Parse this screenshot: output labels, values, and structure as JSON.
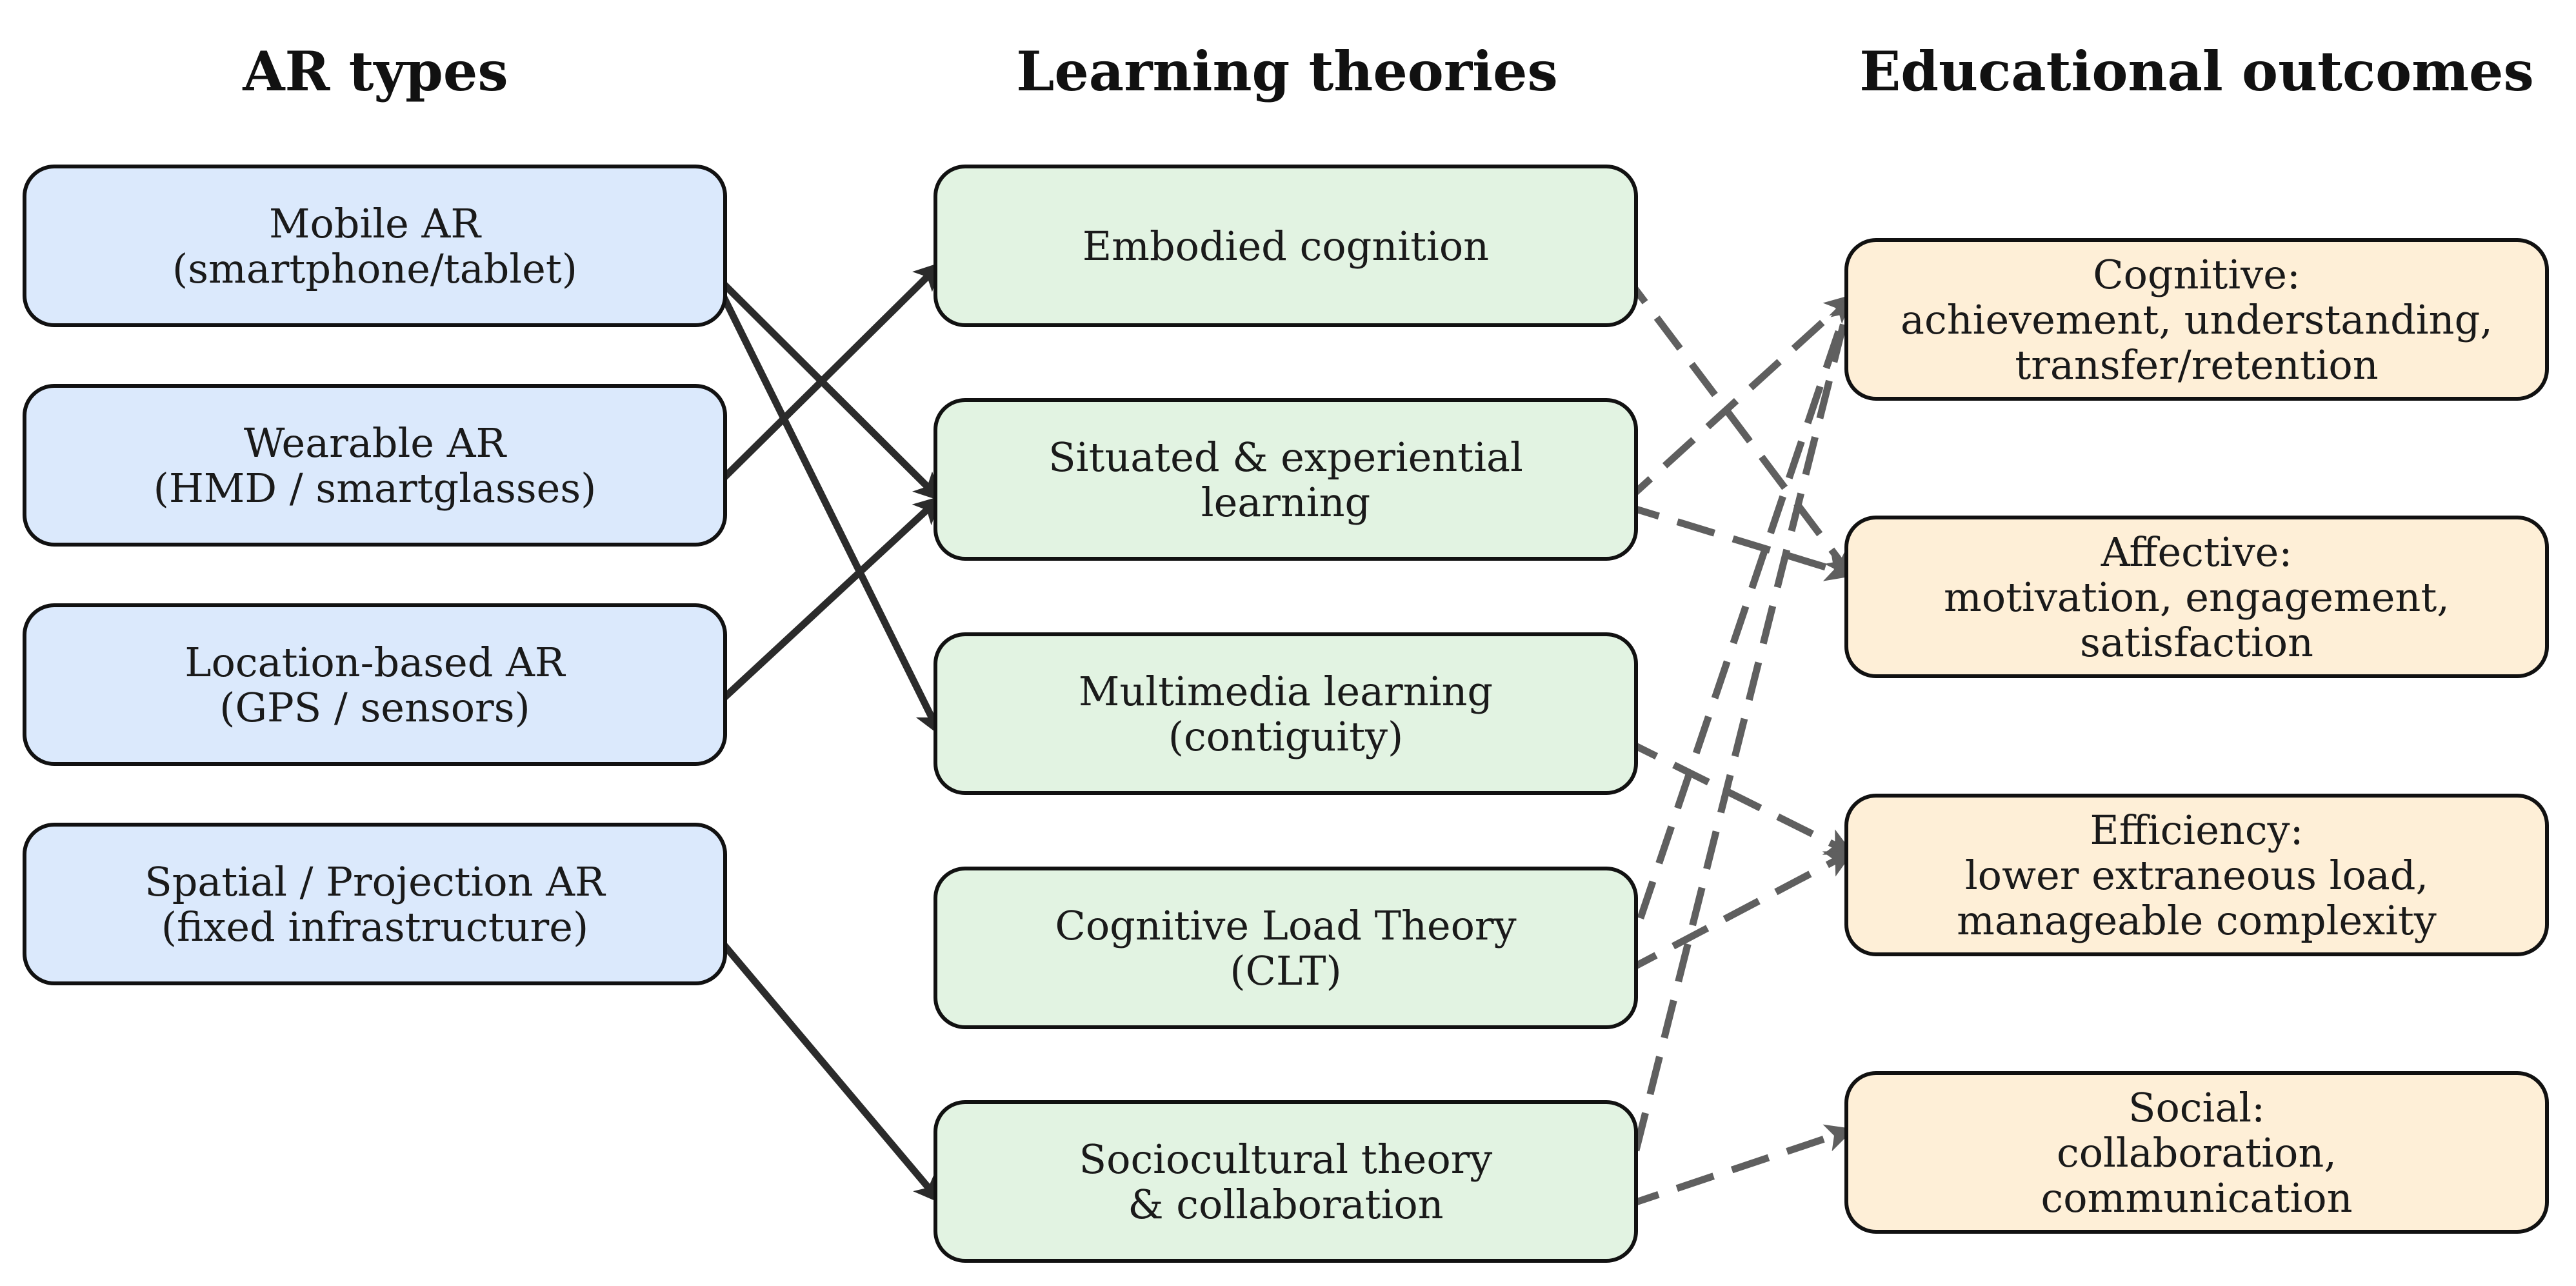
{
  "columns": [
    {
      "id": "ar",
      "title": "AR types"
    },
    {
      "id": "theory",
      "title": "Learning theories"
    },
    {
      "id": "outcome",
      "title": "Educational outcomes"
    }
  ],
  "colors": {
    "ar_fill": "#dbe9fc",
    "theory_fill": "#e2f3e2",
    "outcome_fill": "#feefd7",
    "solid_edge": "#2b2b2b",
    "dashed_edge": "#5f5f5f"
  },
  "nodes": [
    {
      "id": "mobile",
      "col": "ar",
      "lines": [
        "Mobile AR",
        "(smartphone/tablet)"
      ]
    },
    {
      "id": "wearable",
      "col": "ar",
      "lines": [
        "Wearable AR",
        "(HMD / smartglasses)"
      ]
    },
    {
      "id": "location",
      "col": "ar",
      "lines": [
        "Location-based AR",
        "(GPS / sensors)"
      ]
    },
    {
      "id": "spatial",
      "col": "ar",
      "lines": [
        "Spatial / Projection AR",
        "(fixed infrastructure)"
      ]
    },
    {
      "id": "embodied",
      "col": "theory",
      "lines": [
        "Embodied cognition"
      ]
    },
    {
      "id": "situated",
      "col": "theory",
      "lines": [
        "Situated & experiential",
        "learning"
      ]
    },
    {
      "id": "multimedia",
      "col": "theory",
      "lines": [
        "Multimedia learning",
        "(contiguity)"
      ]
    },
    {
      "id": "clt",
      "col": "theory",
      "lines": [
        "Cognitive Load Theory",
        "(CLT)"
      ]
    },
    {
      "id": "socio",
      "col": "theory",
      "lines": [
        "Sociocultural theory",
        "& collaboration"
      ]
    },
    {
      "id": "cognitive",
      "col": "outcome",
      "lines": [
        "Cognitive:",
        "achievement, understanding,",
        "transfer/retention"
      ]
    },
    {
      "id": "affective",
      "col": "outcome",
      "lines": [
        "Affective:",
        "motivation, engagement,",
        "satisfaction"
      ]
    },
    {
      "id": "efficiency",
      "col": "outcome",
      "lines": [
        "Efficiency:",
        "lower extraneous load,",
        "manageable complexity"
      ]
    },
    {
      "id": "social",
      "col": "outcome",
      "lines": [
        "Social:",
        "collaboration,",
        "communication"
      ]
    }
  ],
  "edges": [
    {
      "from": "mobile",
      "to": "situated",
      "style": "solid"
    },
    {
      "from": "mobile",
      "to": "multimedia",
      "style": "solid"
    },
    {
      "from": "wearable",
      "to": "embodied",
      "style": "solid"
    },
    {
      "from": "location",
      "to": "situated",
      "style": "solid"
    },
    {
      "from": "spatial",
      "to": "socio",
      "style": "solid"
    },
    {
      "from": "embodied",
      "to": "affective",
      "style": "dashed"
    },
    {
      "from": "situated",
      "to": "cognitive",
      "style": "dashed"
    },
    {
      "from": "situated",
      "to": "affective",
      "style": "dashed"
    },
    {
      "from": "multimedia",
      "to": "efficiency",
      "style": "dashed"
    },
    {
      "from": "clt",
      "to": "cognitive",
      "style": "dashed"
    },
    {
      "from": "clt",
      "to": "efficiency",
      "style": "dashed"
    },
    {
      "from": "socio",
      "to": "cognitive",
      "style": "dashed"
    },
    {
      "from": "socio",
      "to": "social",
      "style": "dashed"
    }
  ]
}
